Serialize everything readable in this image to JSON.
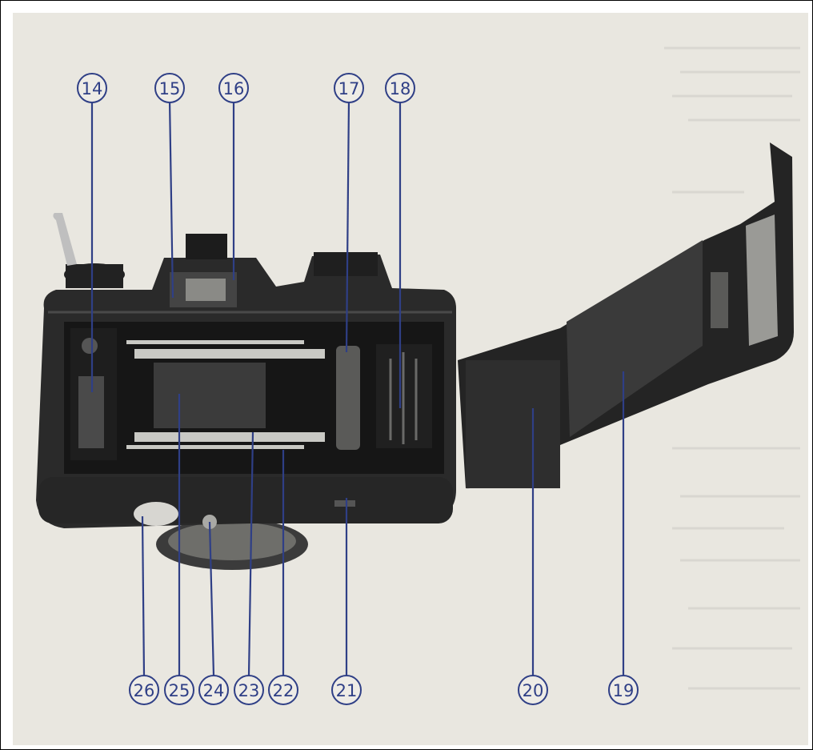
{
  "figure": {
    "subject": "camera-back-open-film-door",
    "callouts": [
      {
        "id": "c14",
        "number": "14"
      },
      {
        "id": "c15",
        "number": "15"
      },
      {
        "id": "c16",
        "number": "16"
      },
      {
        "id": "c17",
        "number": "17"
      },
      {
        "id": "c18",
        "number": "18"
      },
      {
        "id": "c19",
        "number": "19"
      },
      {
        "id": "c20",
        "number": "20"
      },
      {
        "id": "c21",
        "number": "21"
      },
      {
        "id": "c22",
        "number": "22"
      },
      {
        "id": "c23",
        "number": "23"
      },
      {
        "id": "c24",
        "number": "24"
      },
      {
        "id": "c25",
        "number": "25"
      },
      {
        "id": "c26",
        "number": "26"
      }
    ]
  },
  "colors": {
    "paper": "#e9e7e0",
    "ink": "#2f3f86",
    "camera_body": "#2a2a2a",
    "camera_dark": "#141414",
    "pressure_plate": "#3a3a3a",
    "rails": "#c9c9c4"
  }
}
